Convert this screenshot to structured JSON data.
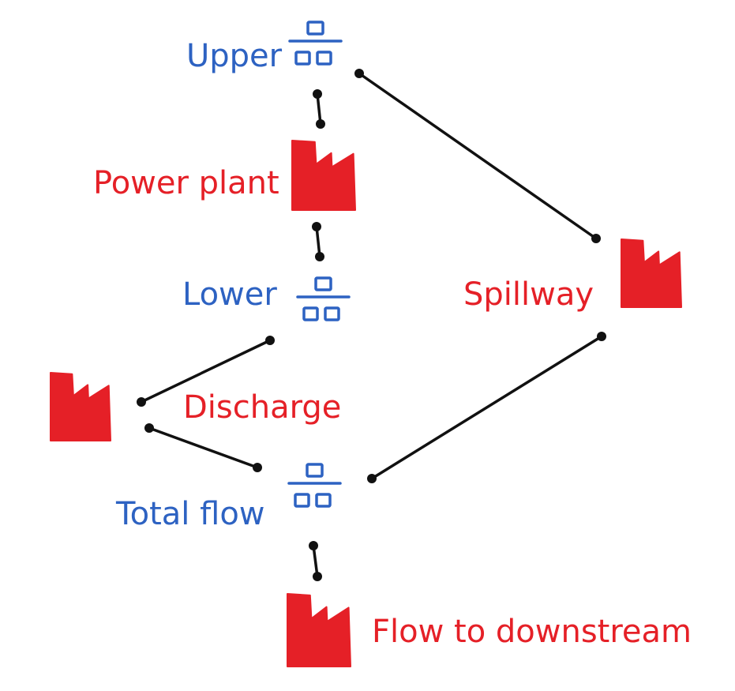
{
  "colors": {
    "stock": "#2d62c2",
    "unit": "#e52027",
    "connector": "#111111"
  },
  "stocks": [
    {
      "id": "upper",
      "label": "Upper",
      "icon": "stack-icon"
    },
    {
      "id": "lower",
      "label": "Lower",
      "icon": "stack-icon"
    },
    {
      "id": "total_flow",
      "label": "Total flow",
      "icon": "stack-icon"
    }
  ],
  "units": [
    {
      "id": "power_plant",
      "label": "Power plant",
      "icon": "factory-icon"
    },
    {
      "id": "spillway",
      "label": "Spillway",
      "icon": "factory-icon"
    },
    {
      "id": "discharge",
      "label": "Discharge",
      "icon": "factory-icon"
    },
    {
      "id": "downstream",
      "label": "Flow to downstream",
      "icon": "factory-icon"
    }
  ],
  "connections": [
    {
      "from": "upper",
      "to": "power_plant"
    },
    {
      "from": "power_plant",
      "to": "lower"
    },
    {
      "from": "upper",
      "to": "spillway"
    },
    {
      "from": "lower",
      "to": "discharge"
    },
    {
      "from": "discharge",
      "to": "total_flow"
    },
    {
      "from": "spillway",
      "to": "total_flow"
    },
    {
      "from": "total_flow",
      "to": "downstream"
    }
  ]
}
